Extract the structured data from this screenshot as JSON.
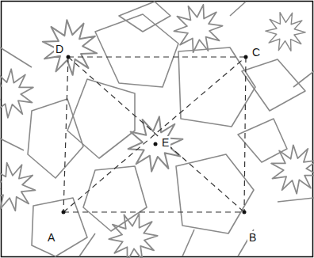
{
  "diagram": {
    "labels": [
      "D",
      "C",
      "E",
      "A",
      "B"
    ]
  }
}
